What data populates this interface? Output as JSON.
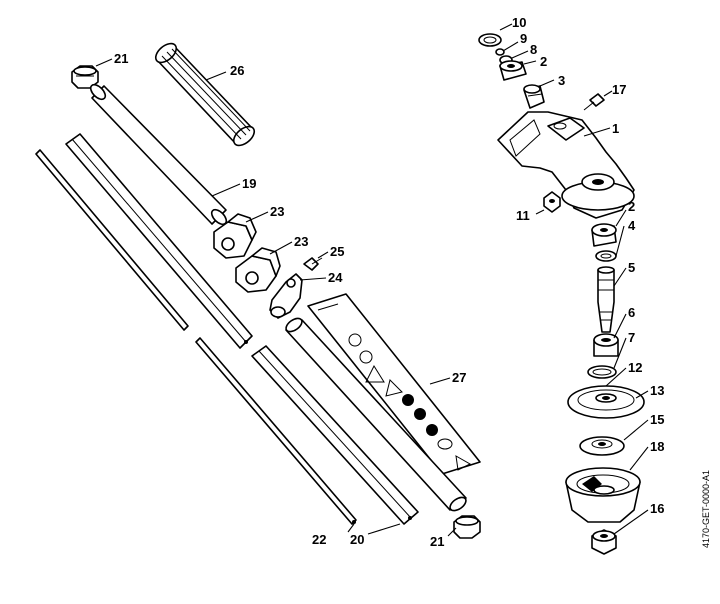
{
  "diagram": {
    "image_code": "4170-GET-0000-A1",
    "callouts": {
      "c10": "10",
      "c9": "9",
      "c8": "8",
      "c2a": "2",
      "c3": "3",
      "c17": "17",
      "c1": "1",
      "c11": "11",
      "c2b": "2",
      "c4": "4",
      "c5": "5",
      "c6": "6",
      "c7": "7",
      "c12": "12",
      "c13": "13",
      "c15": "15",
      "c18": "18",
      "c16": "16",
      "c21a": "21",
      "c26": "26",
      "c19": "19",
      "c23a": "23",
      "c23b": "23",
      "c25": "25",
      "c24": "24",
      "c27": "27",
      "c22": "22",
      "c20": "20",
      "c21b": "21"
    }
  }
}
